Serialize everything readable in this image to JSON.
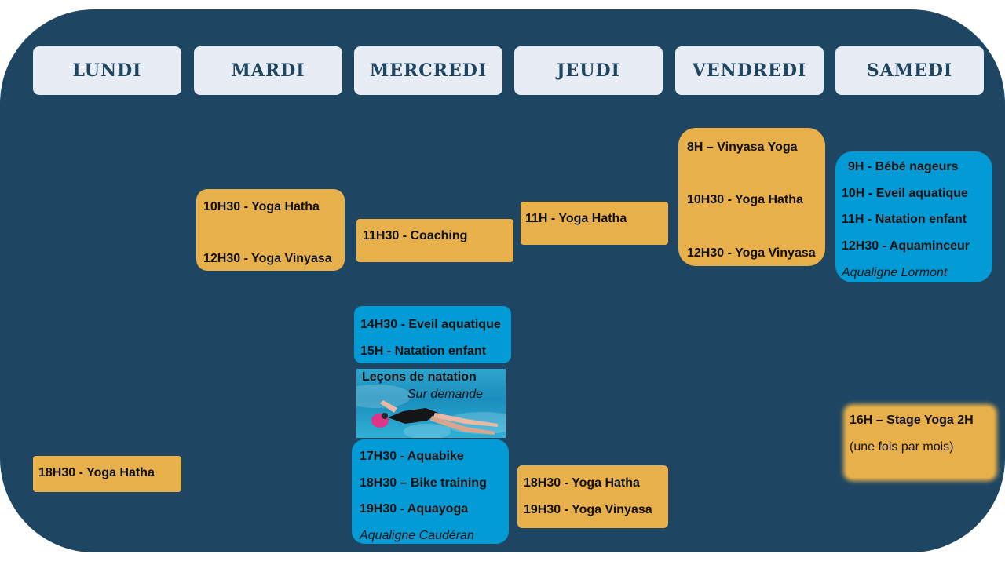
{
  "days": [
    "LUNDI",
    "MARDI",
    "MERCREDI",
    "JEUDI",
    "VENDREDI",
    "SAMEDI"
  ],
  "lundi": {
    "evening": [
      "18H30 - Yoga Hatha"
    ]
  },
  "mardi": {
    "morning": [
      "10H30 - Yoga Hatha",
      "12H30 - Yoga Vinyasa"
    ]
  },
  "mercredi": {
    "morning": [
      "11H30 - Coaching"
    ],
    "afternoon": [
      "14H30 - Eveil aquatique",
      "15H - Natation enfant"
    ],
    "lessons": {
      "title": "Leçons de natation",
      "note": "Sur demande"
    },
    "evening": [
      "17H30 - Aquabike",
      "18H30 – Bike training",
      "19H30 - Aquayoga"
    ],
    "evening_location": "Aqualigne Caudéran"
  },
  "jeudi": {
    "morning": [
      "11H  - Yoga Hatha"
    ],
    "evening": [
      "18H30 - Yoga Hatha",
      "19H30 - Yoga Vinyasa"
    ]
  },
  "vendredi": {
    "morning": [
      "8H – Vinyasa Yoga",
      "10H30 - Yoga Hatha",
      "12H30 - Yoga Vinyasa"
    ]
  },
  "samedi": {
    "morning": [
      "9H - Bébé nageurs",
      "10H - Eveil aquatique",
      "11H - Natation enfant",
      "12H30 - Aquaminceur"
    ],
    "morning_location": "Aqualigne Lormont",
    "stage": [
      "16H – Stage Yoga 2H",
      "(une fois par mois)"
    ]
  },
  "colors": {
    "background": "#1e4663",
    "header": "#e8ecf5",
    "yoga": "#e8b04a",
    "aqua": "#039bd6"
  }
}
